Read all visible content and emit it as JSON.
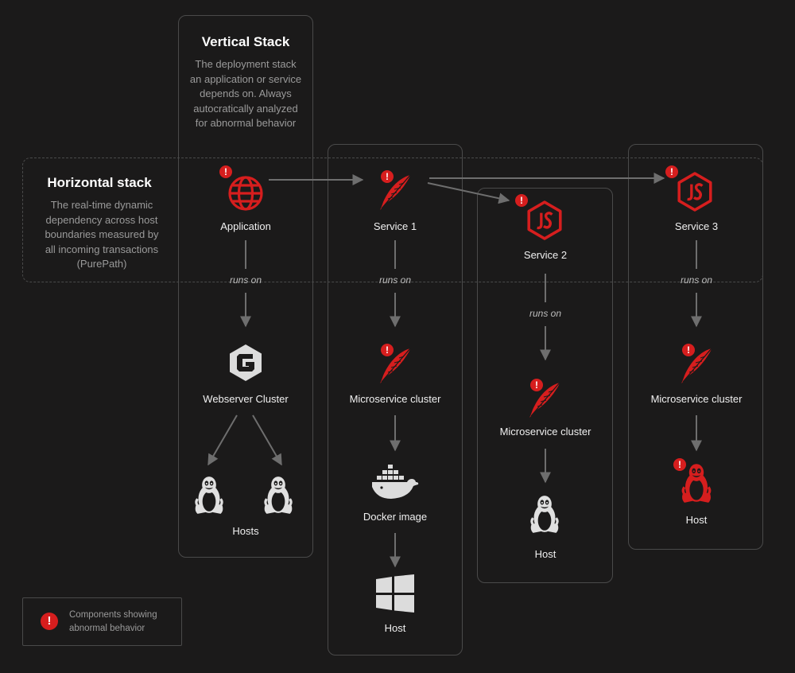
{
  "vertical": {
    "title": "Vertical Stack",
    "desc": [
      "The deployment stack",
      "an application or service",
      "depends on. Always",
      "autocratically analyzed",
      "for abnormal behavior"
    ]
  },
  "horizontal": {
    "title": "Horizontal stack",
    "desc": [
      "The real-time dynamic",
      "dependency across host",
      "boundaries measured by",
      "all incoming transactions",
      "(PurePath)"
    ]
  },
  "nodes": {
    "application": "Application",
    "service1": "Service 1",
    "service2": "Service 2",
    "service3": "Service 3",
    "webserver": "Webserver Cluster",
    "micro1": "Microservice cluster",
    "micro2": "Microservice cluster",
    "micro3": "Microservice cluster",
    "docker": "Docker image",
    "hosts": "Hosts",
    "host1": "Host",
    "host2": "Host",
    "host3": "Host"
  },
  "edges": {
    "runs_on": "runs on"
  },
  "legend": {
    "line1": "Components showing",
    "line2": "abnormal behavior",
    "alert_glyph": "!"
  },
  "colors": {
    "background": "#1b1a1a",
    "alert_red": "#d61e1e",
    "icon_gray": "#e0e0e0",
    "box_border": "#4a4a4a"
  }
}
